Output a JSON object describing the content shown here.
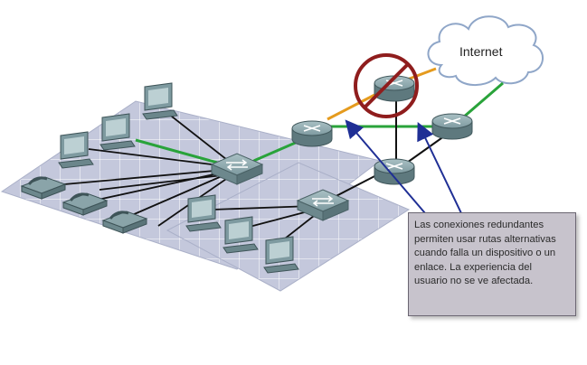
{
  "cloud": {
    "label": "Internet"
  },
  "callout": {
    "lines": [
      "Las conexiones redundantes",
      "permiten usar rutas alternativas",
      "cuando falla un dispositivo o un",
      "enlace. La experiencia del",
      "usuario no se ve afectada."
    ]
  },
  "colors": {
    "floor": "#c4c8dc",
    "device": "#7e9aa0",
    "active_link": "#29a33a",
    "failed_link": "#e59b1e",
    "access_link": "#111111",
    "blocked_symbol": "#8f1d1d",
    "arrow": "#1f2f95",
    "callout_bg": "#c7c3cc"
  },
  "icons": [
    "router-icon",
    "switch-icon",
    "computer-icon",
    "ip-phone-icon",
    "internet-cloud-icon",
    "prohibited-icon"
  ]
}
